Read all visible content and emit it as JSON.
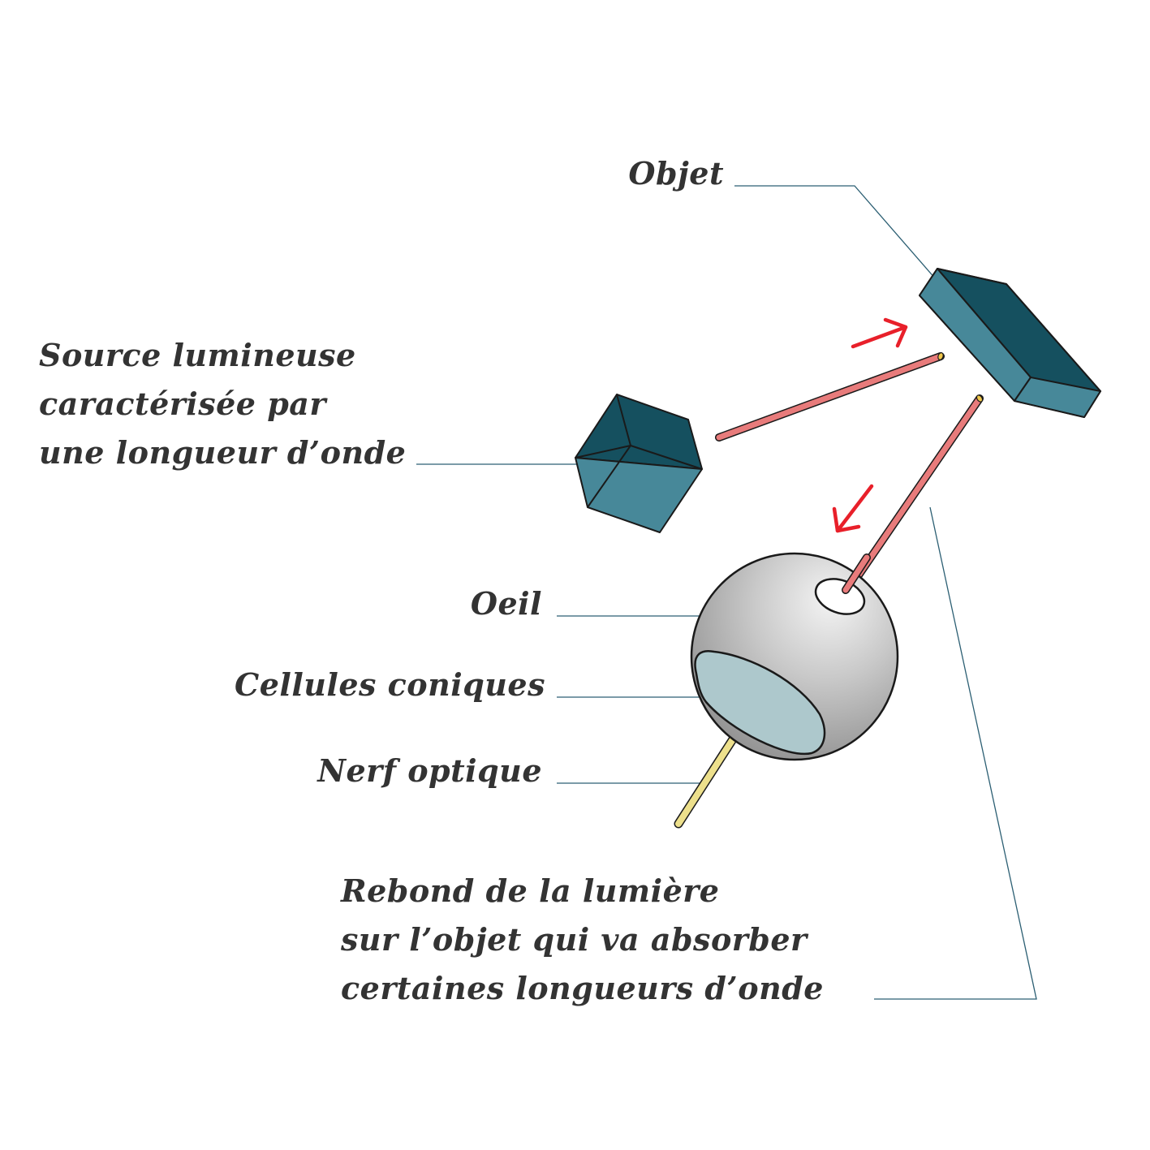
{
  "labels": {
    "objet": "Objet",
    "source": [
      "Source lumineuse",
      "caractérisée par",
      "une longueur d’onde"
    ],
    "oeil": "Oeil",
    "cellules": "Cellules coniques",
    "nerf": "Nerf optique",
    "rebond": [
      "Rebond de la lumière",
      "sur l’objet qui va absorber",
      "certaines longueurs d’onde"
    ]
  },
  "colors": {
    "text": "#333333",
    "leader_line": "#2c5f73",
    "object_top": "#15505f",
    "object_side": "#478899",
    "light_ray": "#e87b7b",
    "arrow": "#e8202a",
    "eye_sphere": "#b9b9b9",
    "cone_cells": "#adc8cc",
    "optic_nerve": "#ede08c"
  }
}
